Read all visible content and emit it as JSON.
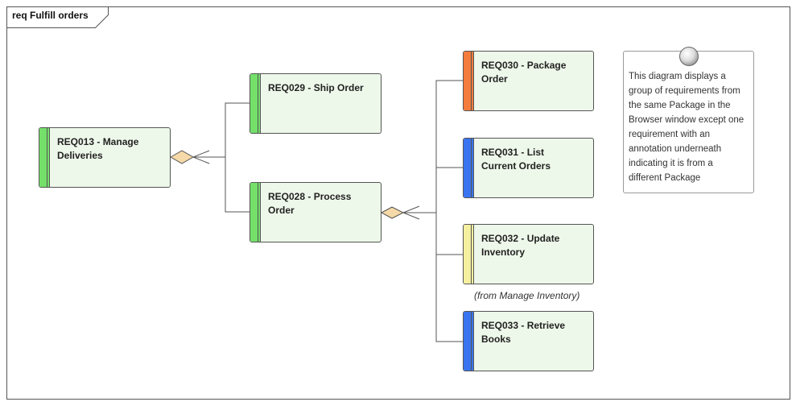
{
  "diagram": {
    "frame_title": "req Fulfill orders",
    "requirements": [
      {
        "id": "req013",
        "label": "REQ013 - Manage Deliveries",
        "line1": "REQ013 - Manage",
        "line2": "Deliveries",
        "color": "#74e06a"
      },
      {
        "id": "req029",
        "label": "REQ029 - Ship Order",
        "line1": "REQ029 - Ship Order",
        "line2": "",
        "color": "#74e06a"
      },
      {
        "id": "req028",
        "label": "REQ028 - Process Order",
        "line1": "REQ028 - Process",
        "line2": "Order",
        "color": "#74e06a"
      },
      {
        "id": "req030",
        "label": "REQ030 - Package Order",
        "line1": "REQ030 - Package",
        "line2": "Order",
        "color": "#f47c3c"
      },
      {
        "id": "req031",
        "label": "REQ031 - List Current Orders",
        "line1": "REQ031 - List",
        "line2": "Current Orders",
        "color": "#3a74f0"
      },
      {
        "id": "req032",
        "label": "REQ032 - Update Inventory",
        "line1": "REQ032 - Update",
        "line2": "Inventory",
        "color": "#f4f0a0"
      },
      {
        "id": "req033",
        "label": "REQ033 - Retrieve Books",
        "line1": "REQ033 - Retrieve",
        "line2": "Books",
        "color": "#3a74f0"
      }
    ],
    "from_annotation": "(from Manage Inventory)",
    "note": {
      "lines": [
        "This diagram displays a",
        "group of requirements from",
        "the same Package in the",
        "Browser window except one",
        "requirement with an",
        "annotation underneath",
        "indicating it is from a",
        "different Package"
      ]
    },
    "connections": [
      {
        "from": "req013",
        "to": "req029",
        "type": "aggregation"
      },
      {
        "from": "req013",
        "to": "req028",
        "type": "aggregation"
      },
      {
        "from": "req028",
        "to": "req030",
        "type": "aggregation"
      },
      {
        "from": "req028",
        "to": "req031",
        "type": "aggregation"
      },
      {
        "from": "req028",
        "to": "req032",
        "type": "aggregation"
      },
      {
        "from": "req028",
        "to": "req033",
        "type": "aggregation"
      }
    ]
  }
}
